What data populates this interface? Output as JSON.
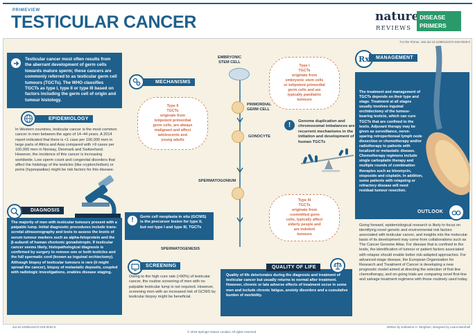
{
  "header": {
    "kicker": "PRIMEVIEW",
    "title": "TESTICULAR CANCER",
    "brand_nature": "nature",
    "brand_reviews": "REVIEWS",
    "brand_line1": "DISEASE",
    "brand_line2": "PRIMERS",
    "primer_note": "For the Primer, visit doi:10.1038/s41572-018-0029-0"
  },
  "intro": {
    "text": "Testicular cancer most often results from the aberrant development of germ cells towards mature sperm; these cancers are commonly referred to as testicular germ cell tumours (TGCTs). The WHO classifies TGCTs as type I, type II or type III based on factors including the germ cell of origin and tumour histology."
  },
  "epidemiology": {
    "label": "EPIDEMIOLOGY",
    "text": "In Western countries, testicular cancer is the most common cancer in men between the ages of 14–44 years. A 2014 report indicated that there is <1 case per 100,000 men in large parts of Africa and Asia compared with >9 cases per 100,000 men in Norway, Denmark and Switzerland. However, the incidence of this cancer is increasing worldwide. Low sperm count and congenital disorders that affect the histology of the testicles (like cryptorchidism) or penis (hypospadias) might be risk factors for this disease."
  },
  "diagnosis": {
    "label": "DIAGNOSIS",
    "text": "The majority of men with testicular tumours present with a palpable lump. Initial diagnostic procedures include trans-scrotal ultrasonography and tests to assess the levels of serum tumour markers such as alpha-fetoprotein and the β-subunit of human chorionic gonadotropin. If testicular cancer seems likely, histopathological diagnosis is confirmed by surgery to remove one or both testicles and the full spermatic cord (known as inguinal orchiectomy). Although biopsy of testicular tumours is rare (it might spread the cancer), biopsy of metastatic deposits, coupled with radiologic investigations, enables disease staging."
  },
  "mechanisms": {
    "label": "MECHANISMS",
    "stage_embryonic": "EMBRYONIC\nSTEM CELL",
    "stage_primordial": "PRIMORDIAL\nGERM CELL",
    "stage_gonocyte": "GONOCYTE",
    "stage_spermatogonium": "SPERMATOGONIUM",
    "stage_spermatogenesis": "SPERMATOGENESIS",
    "type1": "Type I\nTGCTs\noriginate from\nembryonic stem cells\nor totipotent primordial\ngerm cells and are\ntypically paediatric\ntumours",
    "type2": "Type II\nTGCTs\noriginate from\ntotipotent primordial\ngerm cells, are always\nmalignant and affect\nadolescents and\nyoung adults",
    "type3": "Type III\nTGCTs\noriginate from\n-committed germ\ncells, typically affect\nelderly people and\nare indolent\ntumours",
    "genome": "Genome duplication and chromosomal imbalances are recurrent mechanisms in the initiation and development of human TGCTs",
    "gcnis": "Germ cell neoplasia in situ (GCNIS) is the precursor lesion for type II, but not type I and type III, TGCTs"
  },
  "management": {
    "label": "MANAGEMENT",
    "icon_text": "Rx",
    "text": "The treatment and management of TGCTs depends on their type and stage. Treatment at all stages usually involves inguinal orchidectomy of the tumour-bearing testicle, which can cure TGCTs that are confined to the testis. Adjuvant therapy may be given as surveillance, nerve-sparing retroperitoneal lymph node dissection or chemotherapy and/or radiotherapy to patients with localized or metastatic disease. Chemotherapy regimens include single carboplatin therapy and multiple rounds of combination therapies such as bleomycin, etoposide and cisplatin. In addition, some patients with relapsing or refractory disease will need residual tumour resection."
  },
  "screening": {
    "label": "SCREENING",
    "text": "Owing to the high cure rate (>90%) of testicular cancer, the routine screening of men with no palpable testicular lump is not required. However, screening men with an increased risk of GCNIS by testicular biopsy might be beneficial."
  },
  "quality": {
    "label": "QUALITY OF LIFE",
    "text": "Quality of life deteriorates during the diagnosis and treatment of testicular cancer but usually returns to normal after treatment. However, chronic or late adverse effects of treatment occur in some men and include chronic fatigue, anxiety disorders and a cumulative burden of morbidity."
  },
  "outlook": {
    "label": "OUTLOOK",
    "text": "Going forward, epidemiological research is likely to focus on identifying novel genetic and environmental risk factors associated with testicular cancer, and insights into the molecular basis of its development may come from collaborations such as The Cancer Genome Atlas. For disease that is confined to the testis, the identification of tumour or patient factors associated with relapse should enable better risk-adapted approaches. For advanced-stage disease, the European Organization for Research and Treatment of Cancer is developing a new prognostic model aimed at directing the selection of first-line chemotherapy, and on-going trials are comparing novel first-line and salvage treatment regimens with those routinely used today."
  },
  "footer": {
    "doi": "doi:10.1038/s41572-018-0032-5",
    "copyright": "© 2018 Springer Nature Limited. All rights reserved.",
    "credit": "Written by Katharine H. Wrighton; designed by Laura Marshall"
  },
  "colors": {
    "primary_blue": "#1e5f8c",
    "dark_navy": "#16304a",
    "accent_orange": "#d0643f",
    "accent_green": "#2a9a6a",
    "background_cream": "#f6f1e2"
  }
}
